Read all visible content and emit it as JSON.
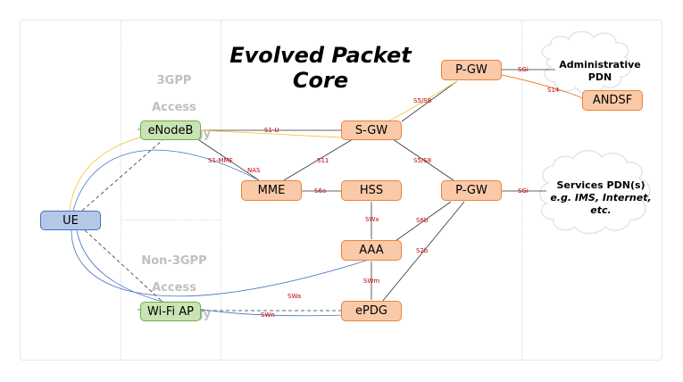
{
  "title": [
    "Evolved Packet",
    "Core"
  ],
  "sections": {
    "threegpp": [
      "3GPP",
      "Access",
      "Technology"
    ],
    "non_threegpp": [
      "Non-3GPP",
      "Access",
      "Technology"
    ]
  },
  "nodes": {
    "enodeb": "eNodeB",
    "ue": "UE",
    "wifi_ap": "Wi-Fi AP",
    "mme": "MME",
    "sgw": "S-GW",
    "hss": "HSS",
    "pgw_top": "P-GW",
    "pgw_mid": "P-GW",
    "aaa": "AAA",
    "epdg": "ePDG",
    "andsf": "ANDSF"
  },
  "clouds": {
    "admin_pdn": [
      "Administrative",
      "PDN"
    ],
    "services_pdn": {
      "line1": "Services PDN(s)",
      "line2": "e.g. IMS, Internet,",
      "line3": "etc."
    }
  },
  "interfaces": {
    "s1u": "S1-U",
    "s1mme": "S1-MME",
    "nas": "NAS",
    "s11": "S11",
    "s6a": "S6a",
    "s5s8_top": "S5/S8",
    "s5s8_mid": "S5/S8",
    "sgi_top": "SGi",
    "s14": "S14",
    "sgi_mid": "SGi",
    "swx": "SWx",
    "s6b": "S6b",
    "s2b": "S2b",
    "swm": "SWm",
    "swa": "SWa",
    "swn": "SWn"
  },
  "colors": {
    "node_orange_fill": "#f9c9a8",
    "node_orange_border": "#e8853c",
    "node_green_fill": "#c9e4b4",
    "node_green_border": "#6ab04c",
    "node_blue_fill": "#b4c7e7",
    "node_blue_border": "#4472c4",
    "link_dark": "#333333",
    "link_blue": "#4472c4",
    "link_yellow": "#f2c94c",
    "link_orange": "#e8853c",
    "label_red": "#c00000"
  }
}
